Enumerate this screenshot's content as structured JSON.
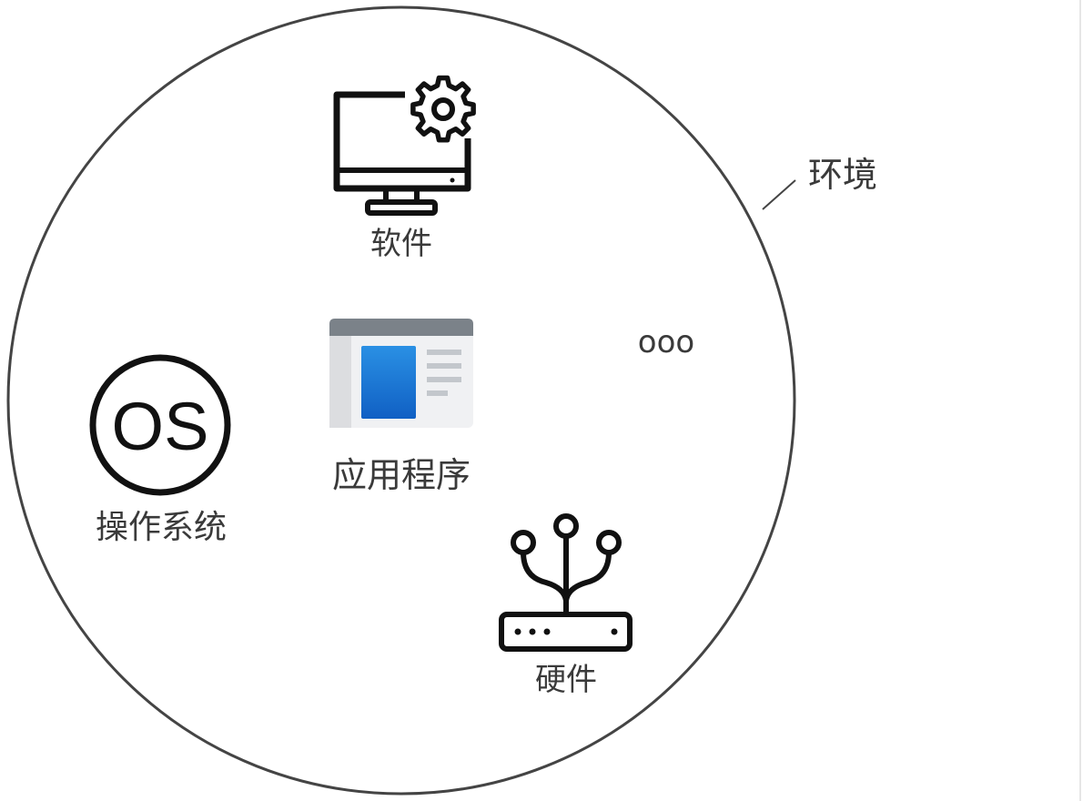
{
  "diagram": {
    "environment_label": "环境",
    "software_label": "软件",
    "application_label": "应用程序",
    "os_label": "操作系统",
    "os_badge_text": "OS",
    "hardware_label": "硬件",
    "more_symbol": "ooo"
  },
  "icons": {
    "software": "computer-gear-icon",
    "application": "application-window-icon",
    "os": "os-badge-icon",
    "hardware": "router-hardware-icon"
  },
  "colors": {
    "stroke": "#444444",
    "icon": "#111111",
    "label": "#3a3a3a",
    "app_blue": "#1e7ad6",
    "app_bar": "#7b8289"
  }
}
